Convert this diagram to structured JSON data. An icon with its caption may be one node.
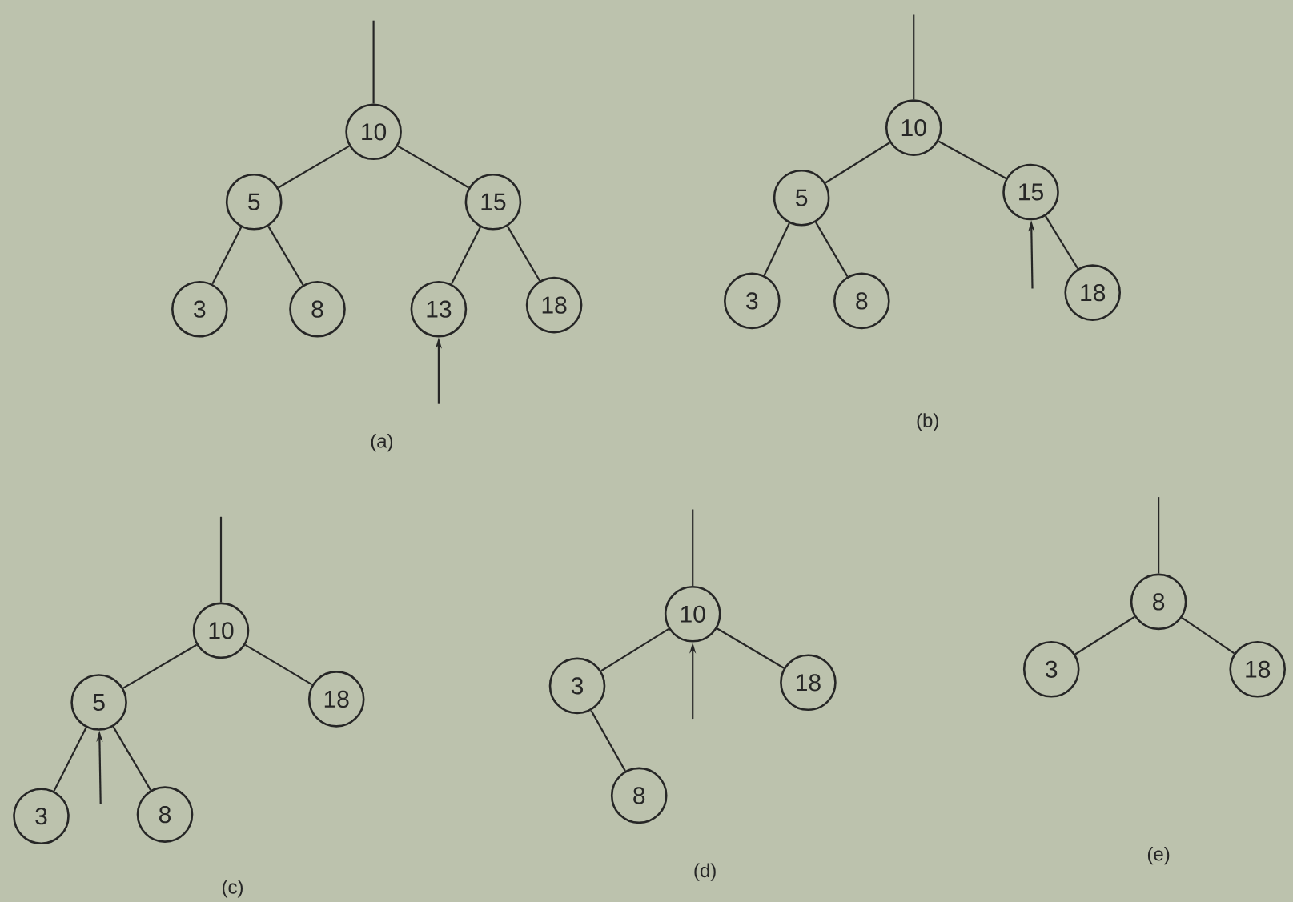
{
  "diagram": {
    "nodes": [
      {
        "text": [
          "10"
        ]
      },
      {
        "text": [
          "5"
        ]
      },
      {
        "text": [
          "15"
        ]
      },
      {
        "text": [
          "3"
        ]
      },
      {
        "text": [
          "8"
        ]
      },
      {
        "text": [
          "13"
        ]
      },
      {
        "text": [
          "18"
        ]
      },
      {
        "text": [
          "10"
        ]
      },
      {
        "text": [
          "5"
        ]
      },
      {
        "text": [
          "15"
        ]
      },
      {
        "text": [
          "3"
        ]
      },
      {
        "text": [
          "8"
        ]
      },
      {
        "text": [
          "18"
        ]
      },
      {
        "text": [
          "10"
        ]
      },
      {
        "text": [
          "5"
        ]
      },
      {
        "text": [
          "18"
        ]
      },
      {
        "text": [
          "3"
        ]
      },
      {
        "text": [
          "8"
        ]
      },
      {
        "text": [
          "10"
        ]
      },
      {
        "text": [
          "3"
        ]
      },
      {
        "text": [
          "18"
        ]
      },
      {
        "text": [
          "8"
        ]
      },
      {
        "text": [
          "8"
        ]
      },
      {
        "text": [
          "3"
        ]
      },
      {
        "text": [
          "18"
        ]
      }
    ],
    "edges": [
      {
        "from": null,
        "to": 0,
        "arrow": "none"
      },
      {
        "from": 0,
        "to": 1,
        "arrow": "none"
      },
      {
        "from": 0,
        "to": 2,
        "arrow": "none"
      },
      {
        "from": 1,
        "to": 3,
        "arrow": "none"
      },
      {
        "from": 1,
        "to": 4,
        "arrow": "none"
      },
      {
        "from": 2,
        "to": 5,
        "arrow": "none"
      },
      {
        "from": 2,
        "to": 6,
        "arrow": "none"
      },
      {
        "from": null,
        "to": 5,
        "arrow": "to"
      },
      {
        "from": null,
        "to": 7,
        "arrow": "none"
      },
      {
        "from": 7,
        "to": 8,
        "arrow": "none"
      },
      {
        "from": 7,
        "to": 9,
        "arrow": "none"
      },
      {
        "from": 8,
        "to": 10,
        "arrow": "none"
      },
      {
        "from": 8,
        "to": 11,
        "arrow": "none"
      },
      {
        "from": 9,
        "to": 12,
        "arrow": "none"
      },
      {
        "from": null,
        "to": 9,
        "arrow": "to"
      },
      {
        "from": null,
        "to": 13,
        "arrow": "none"
      },
      {
        "from": 13,
        "to": 14,
        "arrow": "none"
      },
      {
        "from": 13,
        "to": 15,
        "arrow": "none"
      },
      {
        "from": 14,
        "to": 16,
        "arrow": "none"
      },
      {
        "from": 14,
        "to": 17,
        "arrow": "none"
      },
      {
        "from": null,
        "to": 14,
        "arrow": "to"
      },
      {
        "from": null,
        "to": 18,
        "arrow": "none"
      },
      {
        "from": 18,
        "to": 19,
        "arrow": "none"
      },
      {
        "from": 18,
        "to": 20,
        "arrow": "none"
      },
      {
        "from": 19,
        "to": 21,
        "arrow": "none"
      },
      {
        "from": null,
        "to": 18,
        "arrow": "to"
      },
      {
        "from": null,
        "to": 22,
        "arrow": "none"
      },
      {
        "from": 22,
        "to": 23,
        "arrow": "none"
      },
      {
        "from": 22,
        "to": 24,
        "arrow": "none"
      }
    ],
    "labels": [
      "(a)",
      "(b)",
      "(c)",
      "(d)",
      "(e)"
    ]
  }
}
